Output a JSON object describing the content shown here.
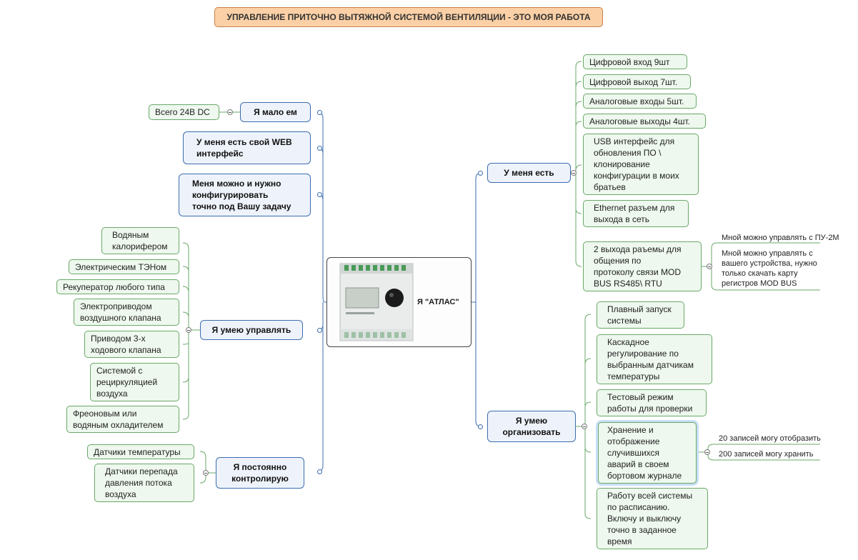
{
  "title": "УПРАВЛЕНИЕ ПРИТОЧНО ВЫТЯЖНОЙ СИСТЕМОЙ ВЕНТИЛЯЦИИ - ЭТО МОЯ РАБОТА",
  "center": {
    "label": "Я \"АТЛАС\""
  },
  "left": {
    "power": {
      "label": "Я мало ем",
      "children": [
        "Всего 24В DC"
      ]
    },
    "web": {
      "label": "У меня есть свой WEB\nинтерфейс"
    },
    "config": {
      "label": "Меня можно и нужно\nконфигурировать\nточно под Вашу задачу"
    },
    "control": {
      "label": "Я умею управлять",
      "children": [
        "Водяным\nкалорифером",
        "Электрическим ТЭНом",
        "Рекуператор любого типа",
        "Электроприводом\nвоздушного клапана",
        "Приводом 3-х\nходового клапана",
        "Системой с\nрециркуляцией\nвоздуха",
        "Фреоновым  или\nводяным охладителем"
      ]
    },
    "monitor": {
      "label": "Я постоянно\nконтролирую",
      "children": [
        "Датчики температуры",
        "Датчики перепада\nдавления потока\nвоздуха"
      ]
    }
  },
  "right": {
    "have": {
      "label": "У меня есть",
      "children": [
        "Цифровой вход  9шт",
        "Цифровой выход 7шт.",
        "Аналоговые входы 5шт.",
        "Аналоговые  выходы 4шт.",
        "USB интерфейс для\nобновления ПО \\\nклонирование\nконфигурации в моих\nбратьев",
        "Ethernet разъем для\nвыхода в сеть",
        "2 выхода раъемы для\nобщения по\nпротоколу связи MOD\nBUS RS485\\ RTU"
      ],
      "modbus_notes": [
        "Мной можно управлять с ПУ-2М",
        "Мной можно управлять с\nвашего устройства, нужно\nтолько скачать карту\nрегистров MOD BUS"
      ]
    },
    "organize": {
      "label": "Я  умею\nорганизовать",
      "children": [
        "Плавный запуск\nсистемы",
        "Каскадное\nрегулирование по\nвыбранным датчикам\nтемпературы",
        "Тестовый режим\nработы для проверки",
        "Хранение и\nотображение\nслучившихся\nаварий в своем\nбортовом журнале",
        "Работу всей системы\nпо расписанию.\nВключу и выключу\nточно в заданное\nвремя"
      ],
      "journal_notes": [
        "20 записей могу отобразить",
        "200 записей могу хранить"
      ]
    }
  },
  "colors": {
    "title_fill": "#fbd0a6",
    "branch_border": "#3b6eaf",
    "leaf_border": "#6aa86a",
    "leaf_fill": "#eef8ee"
  }
}
